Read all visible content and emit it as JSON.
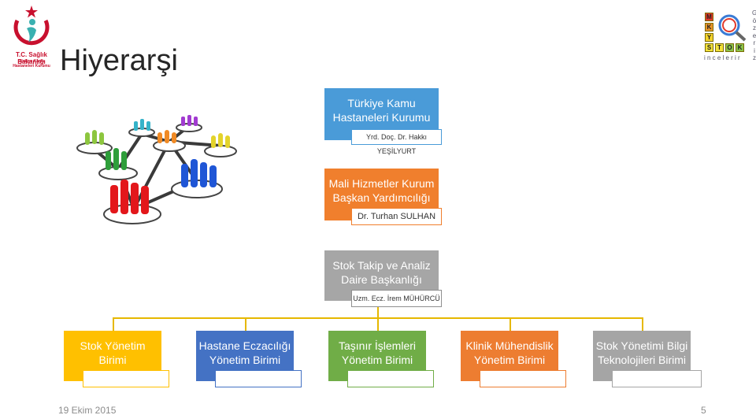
{
  "slide": {
    "title": "Hiyerarşi",
    "date": "19 Ekim 2015",
    "page_number": "5"
  },
  "logo_left": {
    "line1": "T.C. Sağlık Bakanlığı",
    "line2": "Türkiye Kamu",
    "line3": "Hastaneleri Kurumu"
  },
  "logo_right": {
    "cells": [
      "M",
      "K",
      "Y",
      "S",
      "T",
      "O",
      "K"
    ],
    "vertical_text": [
      "G",
      "ö",
      "z",
      "e",
      "r",
      "i",
      "z"
    ],
    "bottom_text": "incelerir"
  },
  "hierarchy": {
    "level1": {
      "line1": "Türkiye Kamu",
      "line2": "Hastaneleri Kurumu",
      "person": "Yrd. Doç. Dr. Hakkı YEŞİLYURT",
      "color": "#4a9bd8",
      "border": "#4a9bd8"
    },
    "level2": {
      "line1": "Mali Hizmetler Kurum",
      "line2": "Başkan Yardımcılığı",
      "person": "Dr. Turhan SULHAN",
      "color": "#f07f2d",
      "border": "#f07f2d"
    },
    "level3": {
      "line1": "Stok Takip ve Analiz",
      "line2": "Daire Başkanlığı",
      "person": "Uzm. Ecz. İrem MÜHÜRCÜ",
      "color": "#a6a6a6",
      "border": "#8f8f8f"
    },
    "units": [
      {
        "line1": "Stok Yönetim",
        "line2": "Birimi",
        "color": "#ffc000"
      },
      {
        "line1": "Hastane Eczacılığı",
        "line2": "Yönetim Birimi",
        "color": "#4472c4"
      },
      {
        "line1": "Taşınır İşlemleri",
        "line2": "Yönetim Birimi",
        "color": "#70ad47"
      },
      {
        "line1": "Klinik Mühendislik",
        "line2": "Yönetim Birimi",
        "color": "#ed7d31"
      },
      {
        "line1": "Stok Yönetimi Bilgi",
        "line2": "Teknolojileri Birimi",
        "color": "#a5a5a5"
      }
    ],
    "connector_color": "#e6b800"
  }
}
